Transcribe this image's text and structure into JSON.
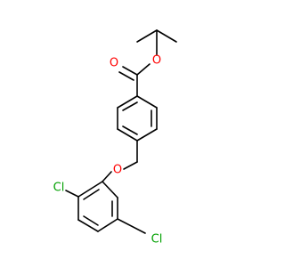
{
  "molecule": {
    "atoms": {
      "ester_carbonyl_oxygen": {
        "label": "O",
        "color": "#ff0000"
      },
      "ester_oxygen": {
        "label": "O",
        "color": "#ff0000"
      },
      "ether_oxygen": {
        "label": "O",
        "color": "#ff0000"
      },
      "chlorine_1": {
        "label": "Cl",
        "color": "#00a000"
      },
      "chlorine_2": {
        "label": "Cl",
        "color": "#00a000"
      }
    },
    "bond_color": "#000000"
  }
}
